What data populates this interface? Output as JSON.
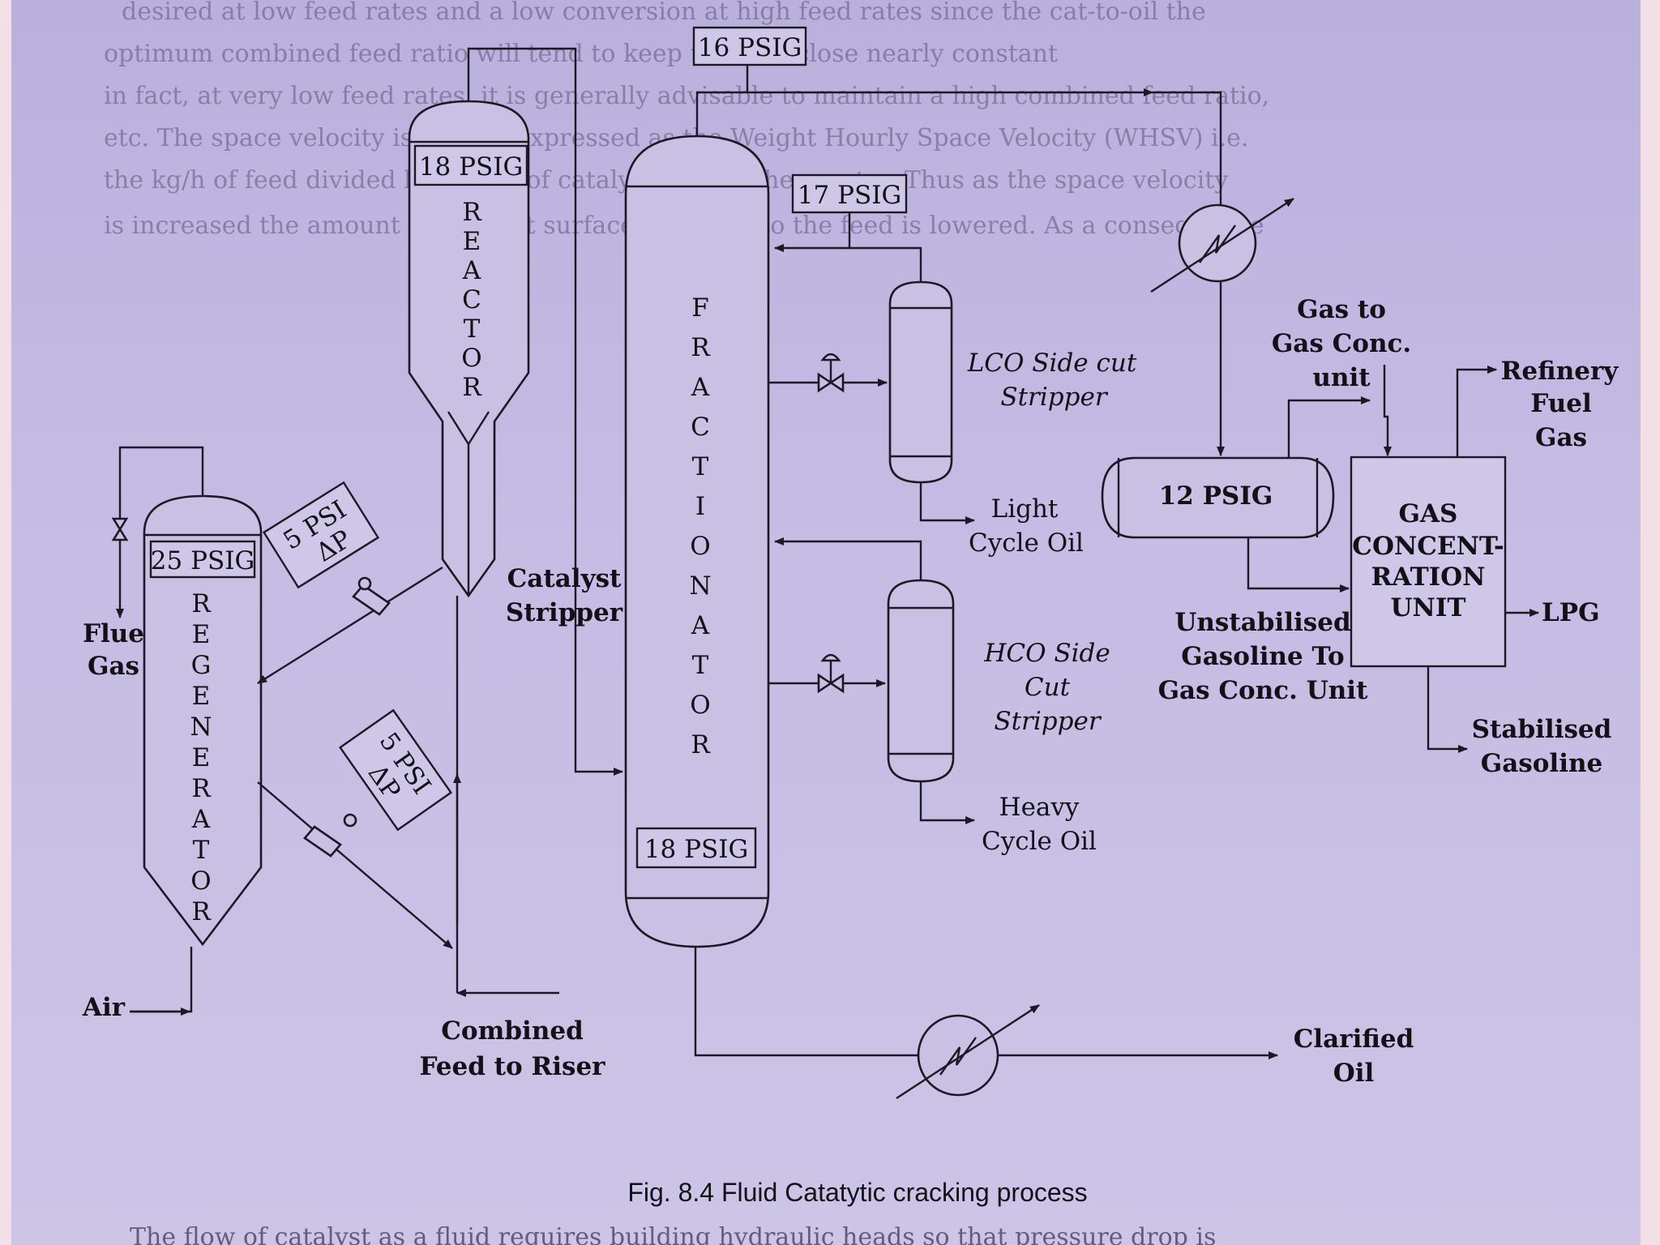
{
  "background_text": {
    "line_1": "desired at low feed rates and a low conversion at high feed rates since the cat-to-oil the",
    "line_2": "optimum combined feed ratio will tend to keep the rate close nearly constant",
    "line_3": "in fact, at very low feed rates, it is generally advisable to maintain a high combined feed ratio,",
    "line_4": "etc. The space velocity is usually expressed as the Weight Hourly Space Velocity (WHSV) i.e.",
    "line_5": "the kg/h of feed divided by the kg of catalyst held in the reactor. Thus as the space velocity",
    "line_6": "is increased the amount of catalyst surface available to the feed is lowered. As a consequence",
    "bottom_line": "The flow of catalyst as a fluid requires building hydraulic heads so that pressure drop is"
  },
  "reactor": {
    "pressure": "18 PSIG",
    "letters": [
      "R",
      "E",
      "A",
      "C",
      "T",
      "O",
      "R"
    ]
  },
  "regenerator": {
    "pressure": "25 PSIG",
    "letters": [
      "R",
      "E",
      "G",
      "E",
      "N",
      "E",
      "R",
      "A",
      "T",
      "O",
      "R"
    ]
  },
  "fractionator": {
    "top_pressure": "16 PSIG",
    "side_pressure": "17 PSIG",
    "bottom_pressure": "18 PSIG",
    "letters": [
      "F",
      "R",
      "A",
      "C",
      "T",
      "I",
      "O",
      "N",
      "A",
      "T",
      "O",
      "R"
    ]
  },
  "dp_tags": {
    "upper": [
      "5 PSI",
      "ΔP"
    ],
    "lower": [
      "5 PSI",
      "ΔP"
    ]
  },
  "labels": {
    "flue_gas": [
      "Flue",
      "Gas"
    ],
    "air": "Air",
    "catalyst_stripper": [
      "Catalyst",
      "Stripper"
    ],
    "combined_feed": [
      "Combined",
      "Feed to Riser"
    ],
    "lco_stripper": [
      "LCO Side cut",
      "Stripper"
    ],
    "light_cycle_oil": [
      "Light",
      "Cycle Oil"
    ],
    "hco_stripper": [
      "HCO Side",
      "Cut",
      "Stripper"
    ],
    "heavy_cycle_oil": [
      "Heavy",
      "Cycle Oil"
    ],
    "clarified_oil": [
      "Clarified",
      "Oil"
    ],
    "gas_to_unit": [
      "Gas to",
      "Gas Conc.",
      "unit"
    ],
    "drum_pressure": "12 PSIG",
    "gas_conc_unit": [
      "GAS",
      "CONCENT-",
      "RATION",
      "UNIT"
    ],
    "refinery_fuel_gas": [
      "Refinery",
      "Fuel",
      "Gas"
    ],
    "lpg": "LPG",
    "unstabilised": [
      "Unstabilised",
      "Gasoline To",
      "Gas Conc. Unit"
    ],
    "stabilised": [
      "Stabilised",
      "Gasoline"
    ]
  },
  "caption": "Fig. 8.4 Fluid Catatytic cracking process"
}
